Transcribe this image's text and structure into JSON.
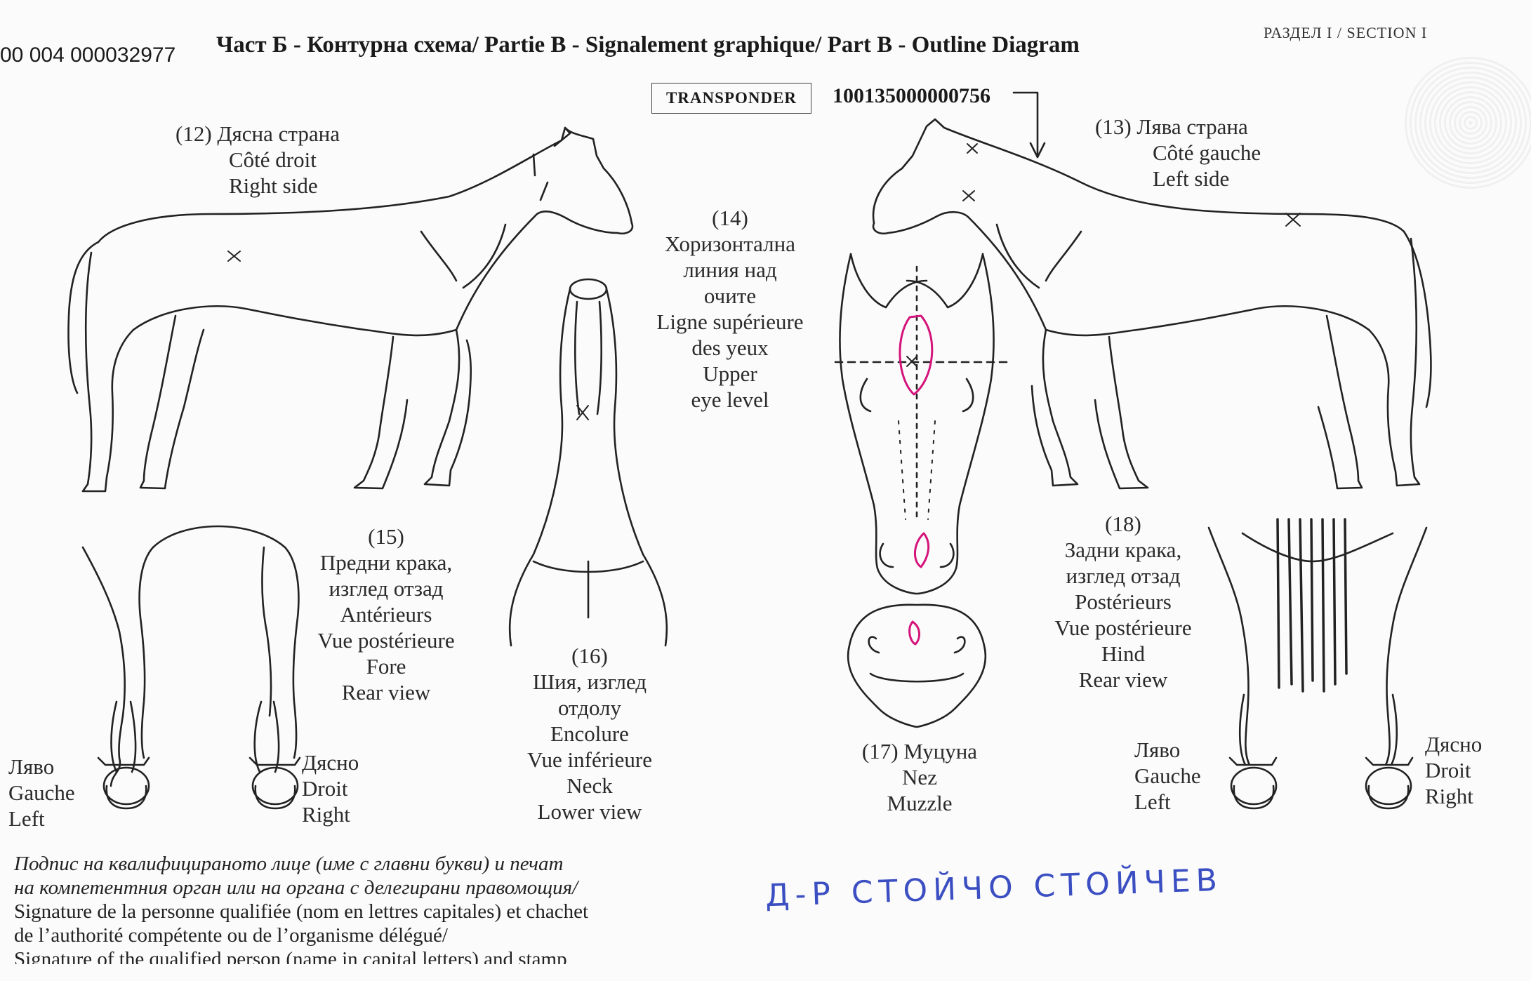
{
  "header": {
    "doc_id": "00 004 000032977",
    "title": "Част Б - Контурна схема/ Partie B - Signalement graphique/ Part B - Outline Diagram",
    "section": "РАЗДЕЛ I / SECTION I"
  },
  "transponder": {
    "label": "TRANSPONDER",
    "number": "100135000000756"
  },
  "labels": {
    "right_side": [
      "(12)  Дясна страна",
      "Côté droit",
      "Right side"
    ],
    "left_side": [
      "(13)  Лява страна",
      "Côté gauche",
      "Left side"
    ],
    "eye_level": [
      "(14)",
      "Хоризонтална",
      "линия над",
      "очите",
      "Ligne supérieure",
      "des yeux",
      "Upper",
      "eye level"
    ],
    "forelegs": [
      "(15)",
      "Предни крака,",
      "изглед отзад",
      "Antérieurs",
      "Vue postérieure",
      "Fore",
      "Rear view"
    ],
    "neck": [
      "(16)",
      "Шия, изглед",
      "отдолу",
      "Encolure",
      "Vue inférieure",
      "Neck",
      "Lower view"
    ],
    "muzzle": [
      "(17) Муцуна",
      "Nez",
      "Muzzle"
    ],
    "hindlegs": [
      "(18)",
      "Задни крака,",
      "изглед отзад",
      "Postérieurs",
      "Vue postérieure",
      "Hind",
      "Rear view"
    ],
    "fore_left": [
      "Ляво",
      "Gauche",
      "Left"
    ],
    "fore_right": [
      "Дясно",
      "Droit",
      "Right"
    ],
    "hind_left": [
      "Ляво",
      "Gauche",
      "Left"
    ],
    "hind_right": [
      "Дясно",
      "Droit",
      "Right"
    ]
  },
  "signature": {
    "lines": [
      "Подпис на квалифицираното лице (име с главни букви) и печат",
      "на компетентния орган или на органа с делегирани правомощия/",
      "Signature de la personne qualifiée (nom en lettres capitales) et chachet",
      "de l’authorité compétente ou de l’organisme délégué/",
      "Signature of the qualified person (name in capital letters) and stamp"
    ],
    "handwritten_name": "Д-Р СТОЙЧО СТОЙЧЕВ"
  },
  "colors": {
    "ink": "#1a1a1a",
    "marking_pink": "#d4147a",
    "handwriting_blue": "#3b4fc2"
  }
}
